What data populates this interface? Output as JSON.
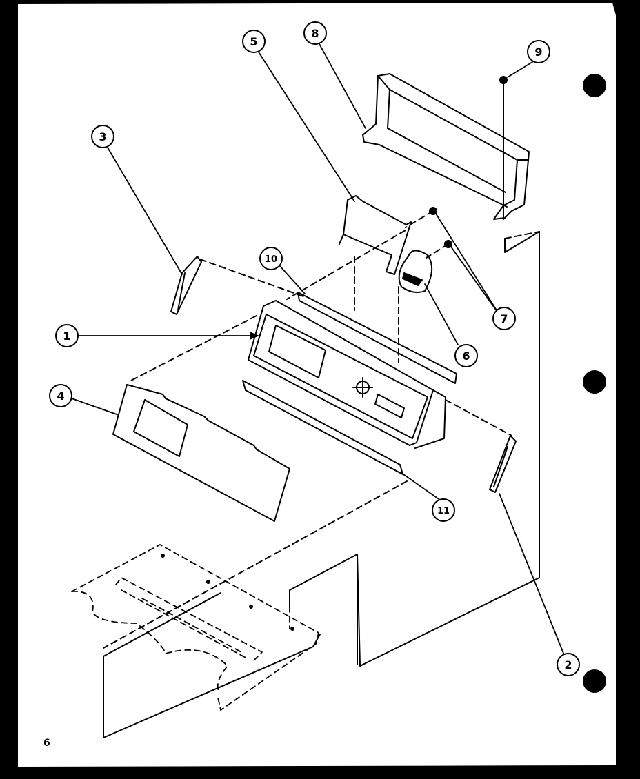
{
  "diagram": {
    "page_number": "6",
    "callouts": [
      {
        "id": "1",
        "label": "1"
      },
      {
        "id": "2",
        "label": "2"
      },
      {
        "id": "3",
        "label": "3"
      },
      {
        "id": "4",
        "label": "4"
      },
      {
        "id": "5",
        "label": "5"
      },
      {
        "id": "6",
        "label": "6"
      },
      {
        "id": "7",
        "label": "7"
      },
      {
        "id": "8",
        "label": "8"
      },
      {
        "id": "9",
        "label": "9"
      },
      {
        "id": "10",
        "label": "10"
      },
      {
        "id": "11",
        "label": "11"
      }
    ]
  }
}
